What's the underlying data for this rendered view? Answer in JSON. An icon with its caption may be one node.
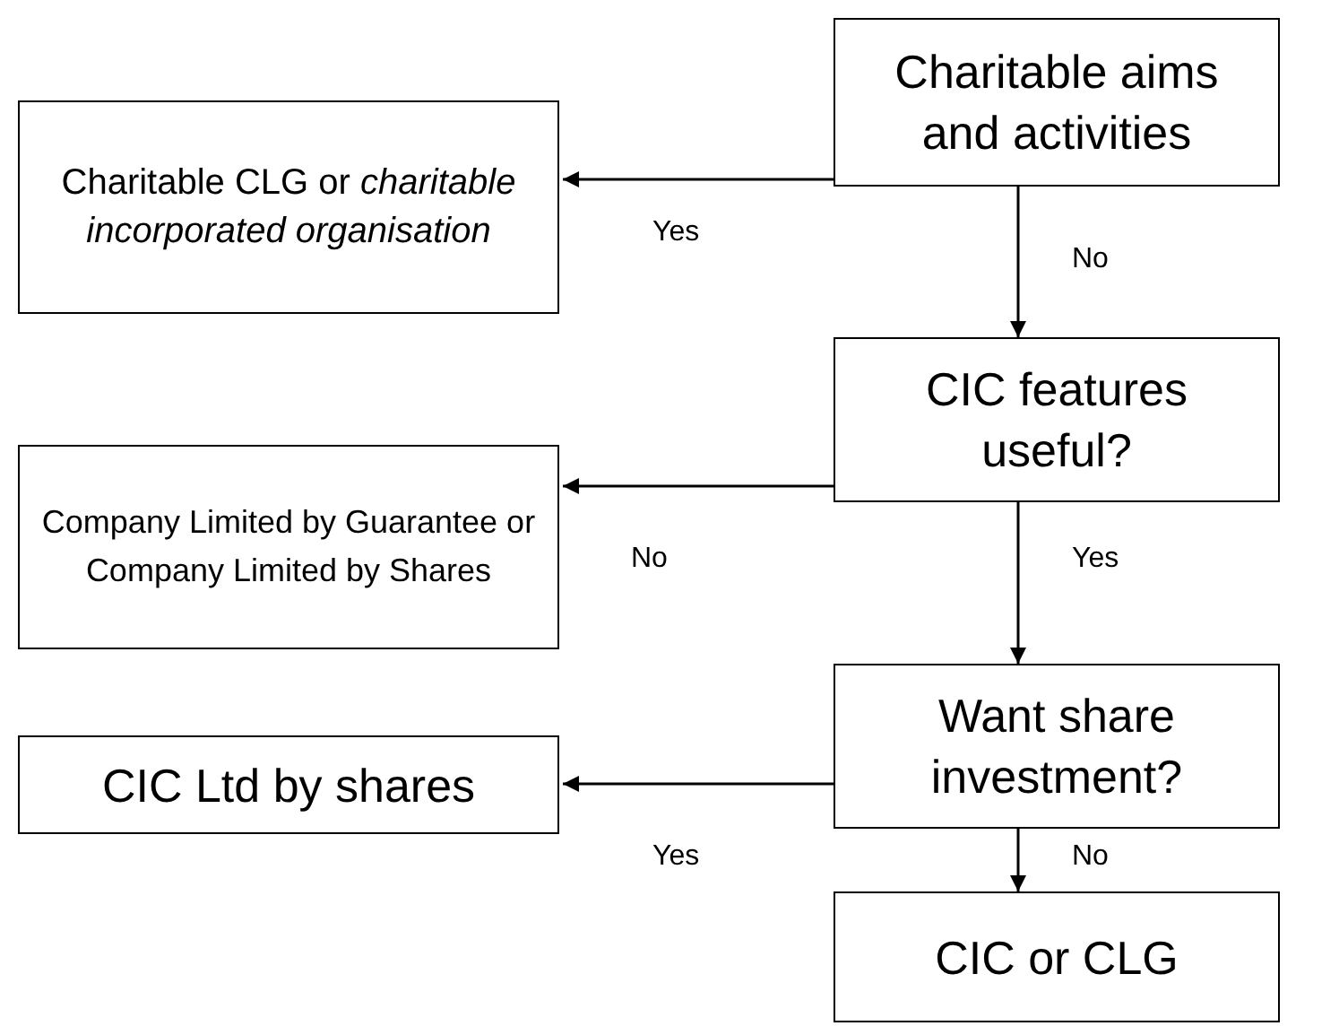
{
  "diagram": {
    "nodes": [
      {
        "text": [
          "Charitable aims and activities"
        ]
      },
      {
        "text": [
          "Charitable CLG or *charitable incorporated organisation*"
        ]
      },
      {
        "text": [
          "CIC features useful?"
        ]
      },
      {
        "text": [
          "Company Limited by Guarantee or Company Limited by Shares"
        ]
      },
      {
        "text": [
          "Want share investment?"
        ]
      },
      {
        "text": [
          "CIC Ltd by shares"
        ]
      },
      {
        "text": [
          "CIC or CLG"
        ]
      }
    ],
    "edges": [
      {
        "from": 0,
        "to": 1,
        "arrow": "to",
        "label": "Yes"
      },
      {
        "from": 0,
        "to": 2,
        "arrow": "to",
        "label": "No"
      },
      {
        "from": 2,
        "to": 3,
        "arrow": "to",
        "label": "No"
      },
      {
        "from": 2,
        "to": 4,
        "arrow": "to",
        "label": "Yes"
      },
      {
        "from": 4,
        "to": 5,
        "arrow": "to",
        "label": "Yes"
      },
      {
        "from": 4,
        "to": 6,
        "arrow": "to",
        "label": "No"
      }
    ]
  }
}
